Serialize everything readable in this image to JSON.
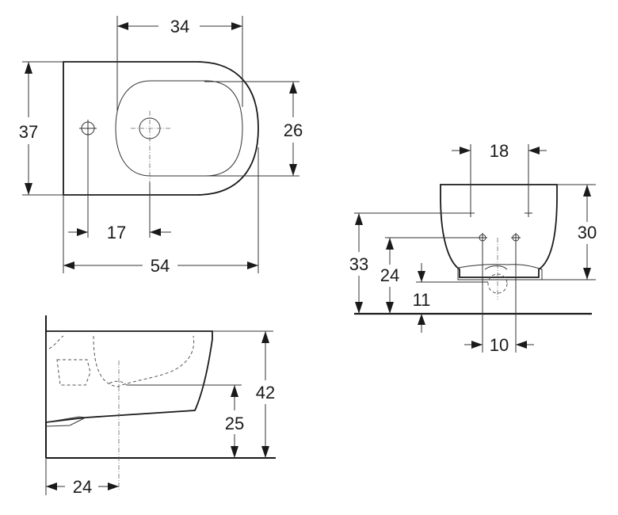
{
  "top_view": {
    "dim_bowl_width": "34",
    "dim_depth": "37",
    "dim_bowl_depth": "26",
    "dim_tap_offset": "17",
    "dim_length": "54"
  },
  "front_view": {
    "dim_fixing_spacing": "18",
    "dim_height": "30",
    "dim_fixing_upper_height": "33",
    "dim_fixing_lower_height": "24",
    "dim_waste_height": "11",
    "dim_waste_spacing": "10"
  },
  "side_view": {
    "dim_rim_height": "42",
    "dim_waste_height": "25",
    "dim_waste_offset": "24"
  }
}
